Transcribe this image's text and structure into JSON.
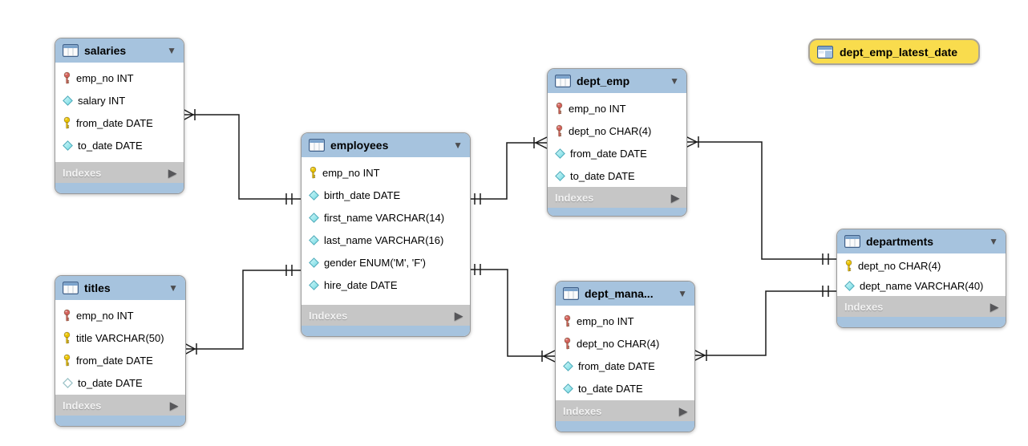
{
  "labels": {
    "indexes": "Indexes"
  },
  "colors": {
    "table_header": "#a6c3de",
    "table_footer": "#c6c6c6",
    "table_body": "#ffffff",
    "view_fill": "#f9dc4d",
    "connector": "#1b1b1b",
    "primary_key_icon": "#ecc500",
    "primary_foreign_key_icon": "#d4625c",
    "column_diamond": "#6cd9e2"
  },
  "tables": {
    "salaries": {
      "title": "salaries",
      "columns": [
        {
          "label": "emp_no INT",
          "icon": "red-key"
        },
        {
          "label": "salary INT",
          "icon": "diamond-filled"
        },
        {
          "label": "from_date DATE",
          "icon": "yellow-key"
        },
        {
          "label": "to_date DATE",
          "icon": "diamond-filled"
        }
      ]
    },
    "titles": {
      "title": "titles",
      "columns": [
        {
          "label": "emp_no INT",
          "icon": "red-key"
        },
        {
          "label": "title VARCHAR(50)",
          "icon": "yellow-key"
        },
        {
          "label": "from_date DATE",
          "icon": "yellow-key"
        },
        {
          "label": "to_date DATE",
          "icon": "diamond-hollow"
        }
      ]
    },
    "employees": {
      "title": "employees",
      "columns": [
        {
          "label": "emp_no INT",
          "icon": "yellow-key"
        },
        {
          "label": "birth_date DATE",
          "icon": "diamond-filled"
        },
        {
          "label": "first_name VARCHAR(14)",
          "icon": "diamond-filled"
        },
        {
          "label": "last_name VARCHAR(16)",
          "icon": "diamond-filled"
        },
        {
          "label": "gender ENUM('M', 'F')",
          "icon": "diamond-filled"
        },
        {
          "label": "hire_date DATE",
          "icon": "diamond-filled"
        }
      ]
    },
    "dept_emp": {
      "title": "dept_emp",
      "columns": [
        {
          "label": "emp_no INT",
          "icon": "red-key"
        },
        {
          "label": "dept_no CHAR(4)",
          "icon": "red-key"
        },
        {
          "label": "from_date DATE",
          "icon": "diamond-filled"
        },
        {
          "label": "to_date DATE",
          "icon": "diamond-filled"
        }
      ]
    },
    "dept_manager": {
      "title": "dept_mana...",
      "columns": [
        {
          "label": "emp_no INT",
          "icon": "red-key"
        },
        {
          "label": "dept_no CHAR(4)",
          "icon": "red-key"
        },
        {
          "label": "from_date DATE",
          "icon": "diamond-filled"
        },
        {
          "label": "to_date DATE",
          "icon": "diamond-filled"
        }
      ]
    },
    "departments": {
      "title": "departments",
      "columns": [
        {
          "label": "dept_no CHAR(4)",
          "icon": "yellow-key"
        },
        {
          "label": "dept_name VARCHAR(40)",
          "icon": "diamond-filled"
        }
      ]
    }
  },
  "view": {
    "label": "dept_emp_latest_date"
  },
  "relationships": [
    {
      "one": "employees",
      "many": "salaries"
    },
    {
      "one": "employees",
      "many": "titles"
    },
    {
      "one": "employees",
      "many": "dept_emp"
    },
    {
      "one": "employees",
      "many": "dept_manager"
    },
    {
      "one": "departments",
      "many": "dept_emp"
    },
    {
      "one": "departments",
      "many": "dept_manager"
    }
  ]
}
